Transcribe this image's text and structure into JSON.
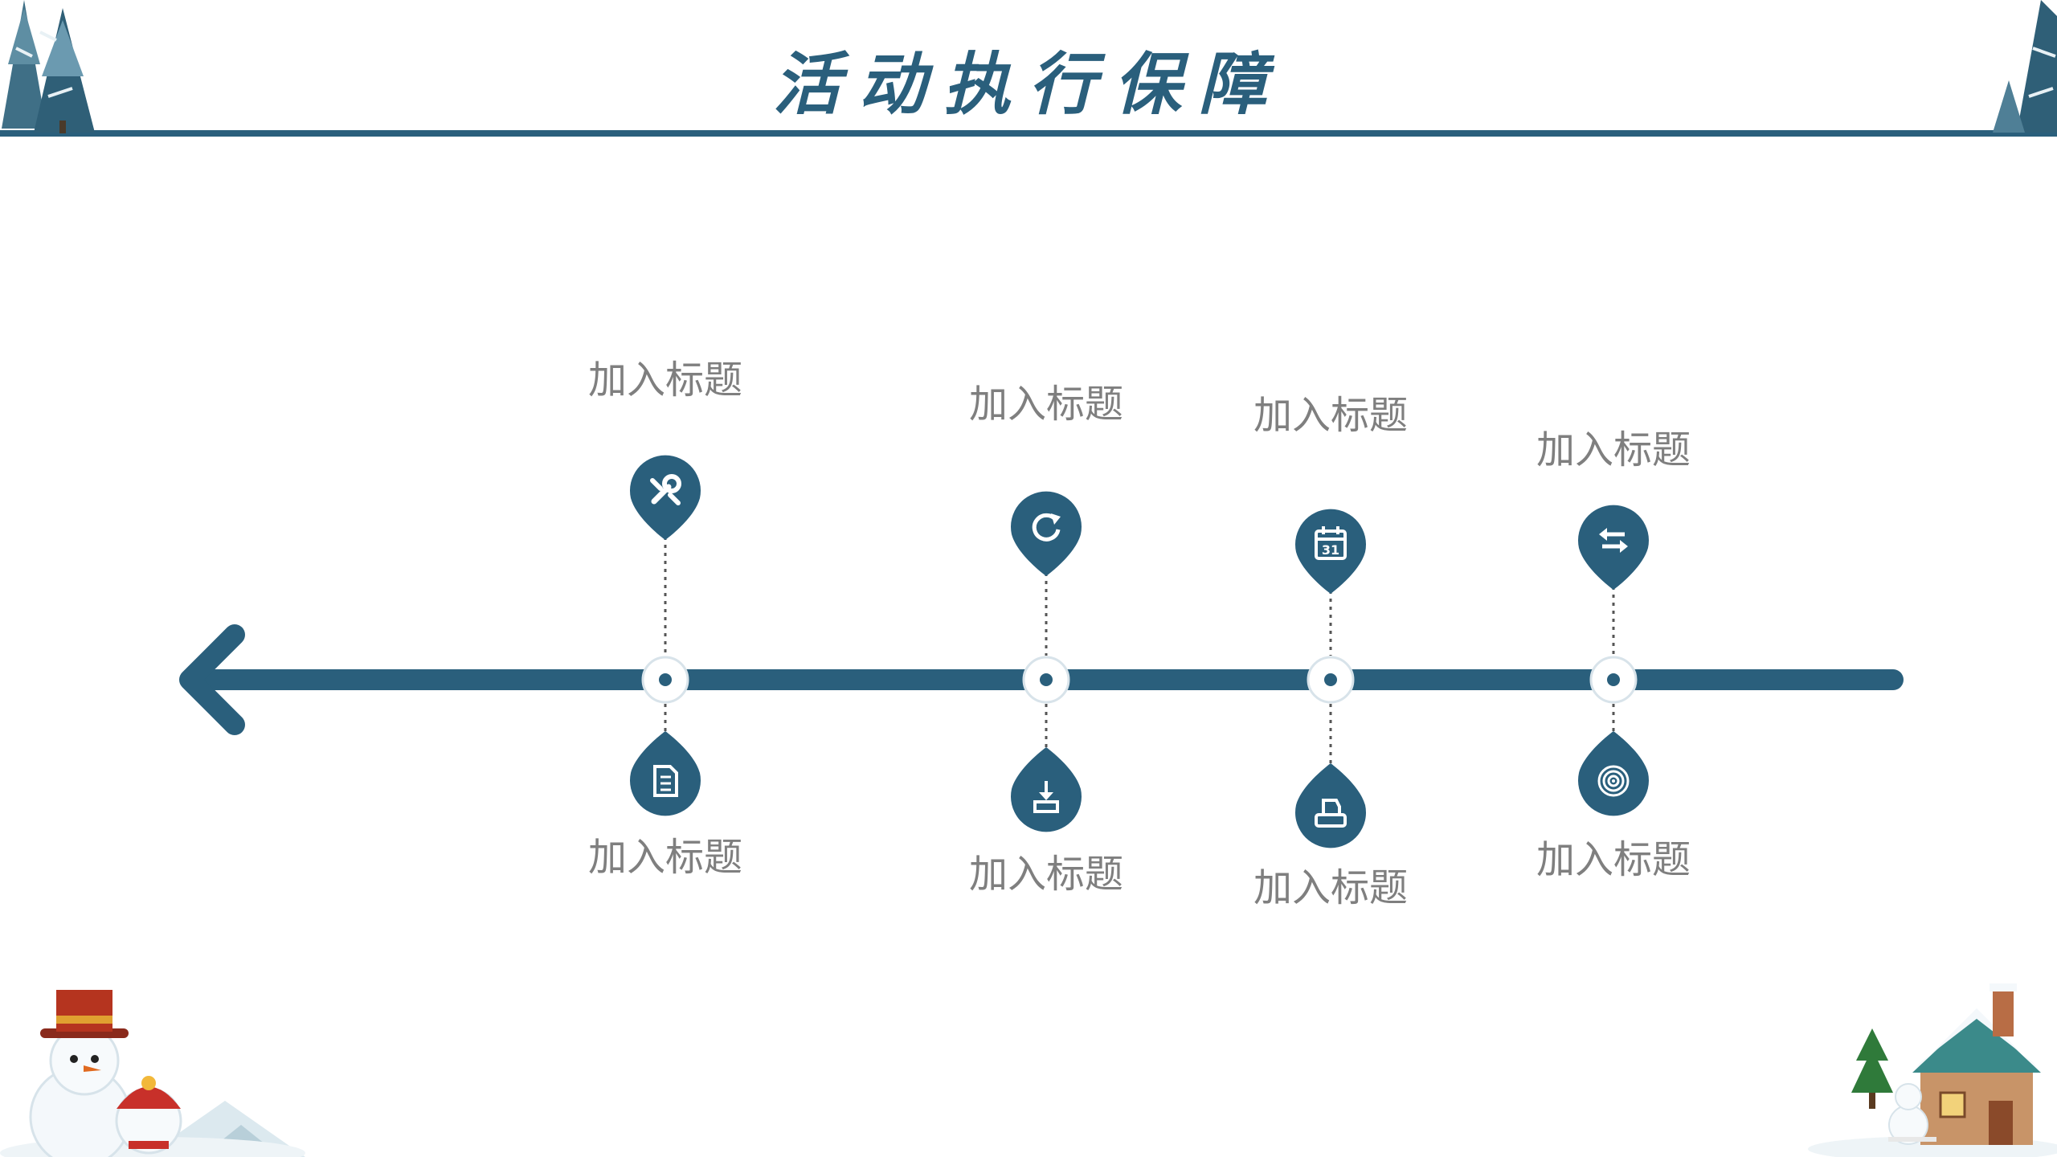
{
  "slide": {
    "title": "活动执行保障"
  },
  "colors": {
    "accent": "#2a5f7c",
    "label": "#7f7f7f",
    "background": "#ffffff"
  },
  "timeline": {
    "direction": "right-to-left",
    "nodes": [
      {
        "top_label": "加入标题",
        "top_icon": "wrench-icon",
        "bottom_label": "加入标题",
        "bottom_icon": "document-icon"
      },
      {
        "top_label": "加入标题",
        "top_icon": "refresh-icon",
        "bottom_label": "加入标题",
        "bottom_icon": "download-icon"
      },
      {
        "top_label": "加入标题",
        "top_icon": "calendar-icon",
        "bottom_label": "加入标题",
        "bottom_icon": "printer-icon"
      },
      {
        "top_label": "加入标题",
        "top_icon": "transfer-icon",
        "bottom_label": "加入标题",
        "bottom_icon": "target-icon"
      }
    ]
  },
  "decorations": [
    "pine-trees-top-left",
    "pine-trees-top-right",
    "snowmen-bottom-left",
    "snow-house-bottom-right"
  ]
}
